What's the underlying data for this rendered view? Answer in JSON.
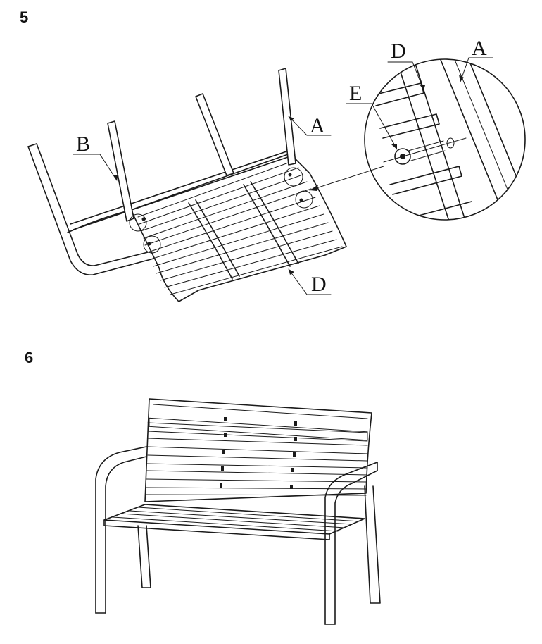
{
  "steps": [
    {
      "number": "5"
    },
    {
      "number": "6"
    }
  ],
  "step5": {
    "callouts": {
      "main_a": "A",
      "main_b": "B",
      "main_d": "D",
      "detail_a": "A",
      "detail_d": "D",
      "detail_e": "E"
    }
  },
  "colors": {
    "line": "#1a1a1a",
    "background": "#ffffff"
  }
}
